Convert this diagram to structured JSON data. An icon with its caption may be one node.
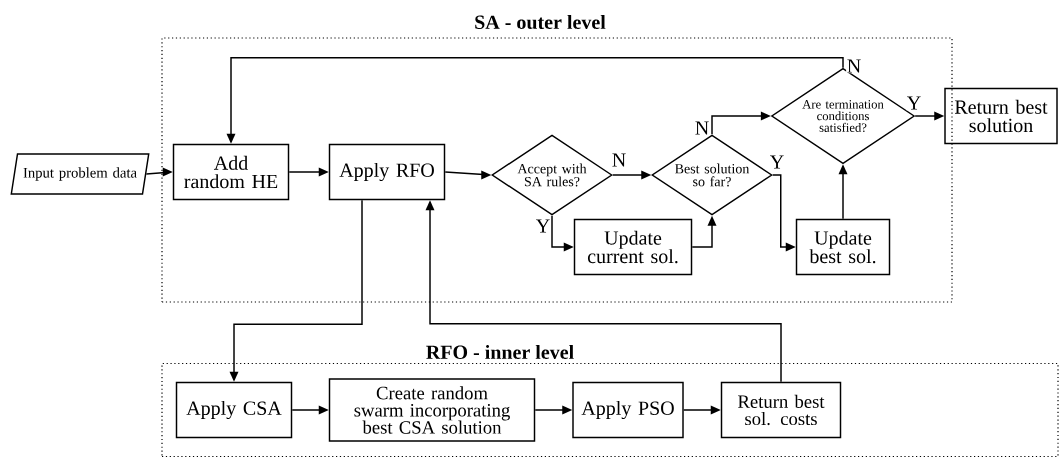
{
  "diagram": {
    "nodes": [
      {
        "text": [
          "SA - outer level"
        ]
      },
      {
        "text": [
          "RFO - inner level"
        ]
      },
      {
        "text": [
          "Input problem data"
        ]
      },
      {
        "text": [
          "Add random HE"
        ],
        "in": 0
      },
      {
        "text": [
          "Apply RFO"
        ],
        "in": 0
      },
      {
        "text": [
          "Accept with SA rules?"
        ],
        "in": 0
      },
      {
        "text": [
          "Update current sol."
        ],
        "in": 0
      },
      {
        "text": [
          "Best solution so far?"
        ],
        "in": 0
      },
      {
        "text": [
          "Update best sol."
        ],
        "in": 0
      },
      {
        "text": [
          "Are termination conditions satisfied?"
        ],
        "in": 0
      },
      {
        "text": [
          "Return best solution"
        ]
      },
      {
        "text": [
          "Apply CSA"
        ],
        "in": 1
      },
      {
        "text": [
          "Create random swarm incorporating best CSA solution"
        ],
        "in": 1
      },
      {
        "text": [
          "Apply PSO"
        ],
        "in": 1
      },
      {
        "text": [
          "Return best sol. costs"
        ],
        "in": 1
      }
    ],
    "edges": [
      {
        "from": 2,
        "to": 3,
        "arrow": "to"
      },
      {
        "from": 3,
        "to": 4,
        "arrow": "to"
      },
      {
        "from": 4,
        "to": 5,
        "arrow": "to"
      },
      {
        "from": 5,
        "to": 7,
        "arrow": "to",
        "label": "N"
      },
      {
        "from": 5,
        "to": 6,
        "arrow": "to",
        "label": "Y"
      },
      {
        "from": 6,
        "to": 7,
        "arrow": "to"
      },
      {
        "from": 7,
        "to": 9,
        "arrow": "to",
        "label": "N"
      },
      {
        "from": 7,
        "to": 8,
        "arrow": "to",
        "label": "Y"
      },
      {
        "from": 8,
        "to": 9,
        "arrow": "to"
      },
      {
        "from": 9,
        "to": 10,
        "arrow": "to",
        "label": "Y"
      },
      {
        "from": 9,
        "to": 3,
        "arrow": "to",
        "label": "N"
      },
      {
        "from": 4,
        "to": 11,
        "arrow": "to"
      },
      {
        "from": 11,
        "to": 12,
        "arrow": "to"
      },
      {
        "from": 12,
        "to": 13,
        "arrow": "to"
      },
      {
        "from": 13,
        "to": 14,
        "arrow": "to"
      },
      {
        "from": 14,
        "to": 4,
        "arrow": "to"
      }
    ]
  }
}
